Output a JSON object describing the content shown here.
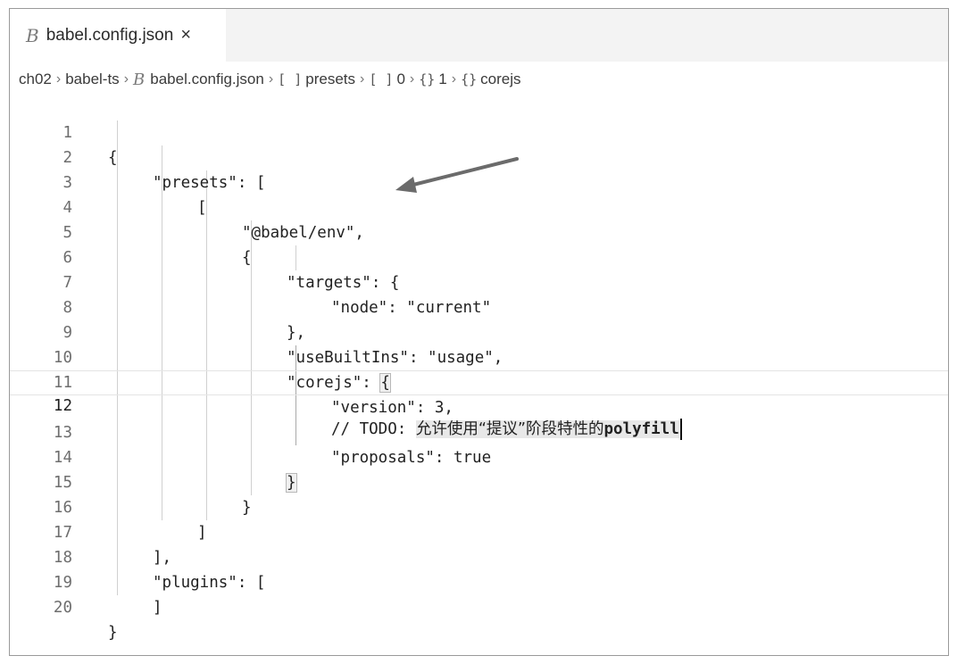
{
  "tab": {
    "icon": "babel-icon",
    "label": "babel.config.json",
    "close": "×"
  },
  "breadcrumb": {
    "parts": [
      "ch02",
      "babel-ts",
      "babel.config.json",
      "presets",
      "0",
      "1",
      "corejs"
    ],
    "symbols": [
      "[ ]",
      "[ ]",
      "{}",
      "{}"
    ]
  },
  "editor": {
    "line_numbers": [
      "1",
      "2",
      "3",
      "4",
      "5",
      "6",
      "7",
      "8",
      "9",
      "10",
      "11",
      "12",
      "13",
      "14",
      "15",
      "16",
      "17",
      "18",
      "19",
      "20"
    ],
    "current_line": 12,
    "lines": {
      "l1": "{",
      "l2": "\"presets\": [",
      "l3": "[",
      "l4": "\"@babel/env\",",
      "l5": "{",
      "l6": "\"targets\": {",
      "l7": "\"node\": \"current\"",
      "l8": "},",
      "l9": "\"useBuiltIns\": \"usage\",",
      "l10_a": "\"corejs\": ",
      "l10_b": "{",
      "l11": "\"version\": 3,",
      "l12_a": "// TODO: ",
      "l12_b": "允许使用“提议”阶段特性的",
      "l12_c": "polyfill",
      "l13": "\"proposals\": true",
      "l14": "}",
      "l15": "}",
      "l16": "]",
      "l17": "],",
      "l18": "\"plugins\": [",
      "l19": "]",
      "l20": "}"
    }
  },
  "colors": {
    "arrow": "#6b6b6b",
    "current_line_border": "#e4e4e4",
    "guide": "#d0d0d0"
  }
}
